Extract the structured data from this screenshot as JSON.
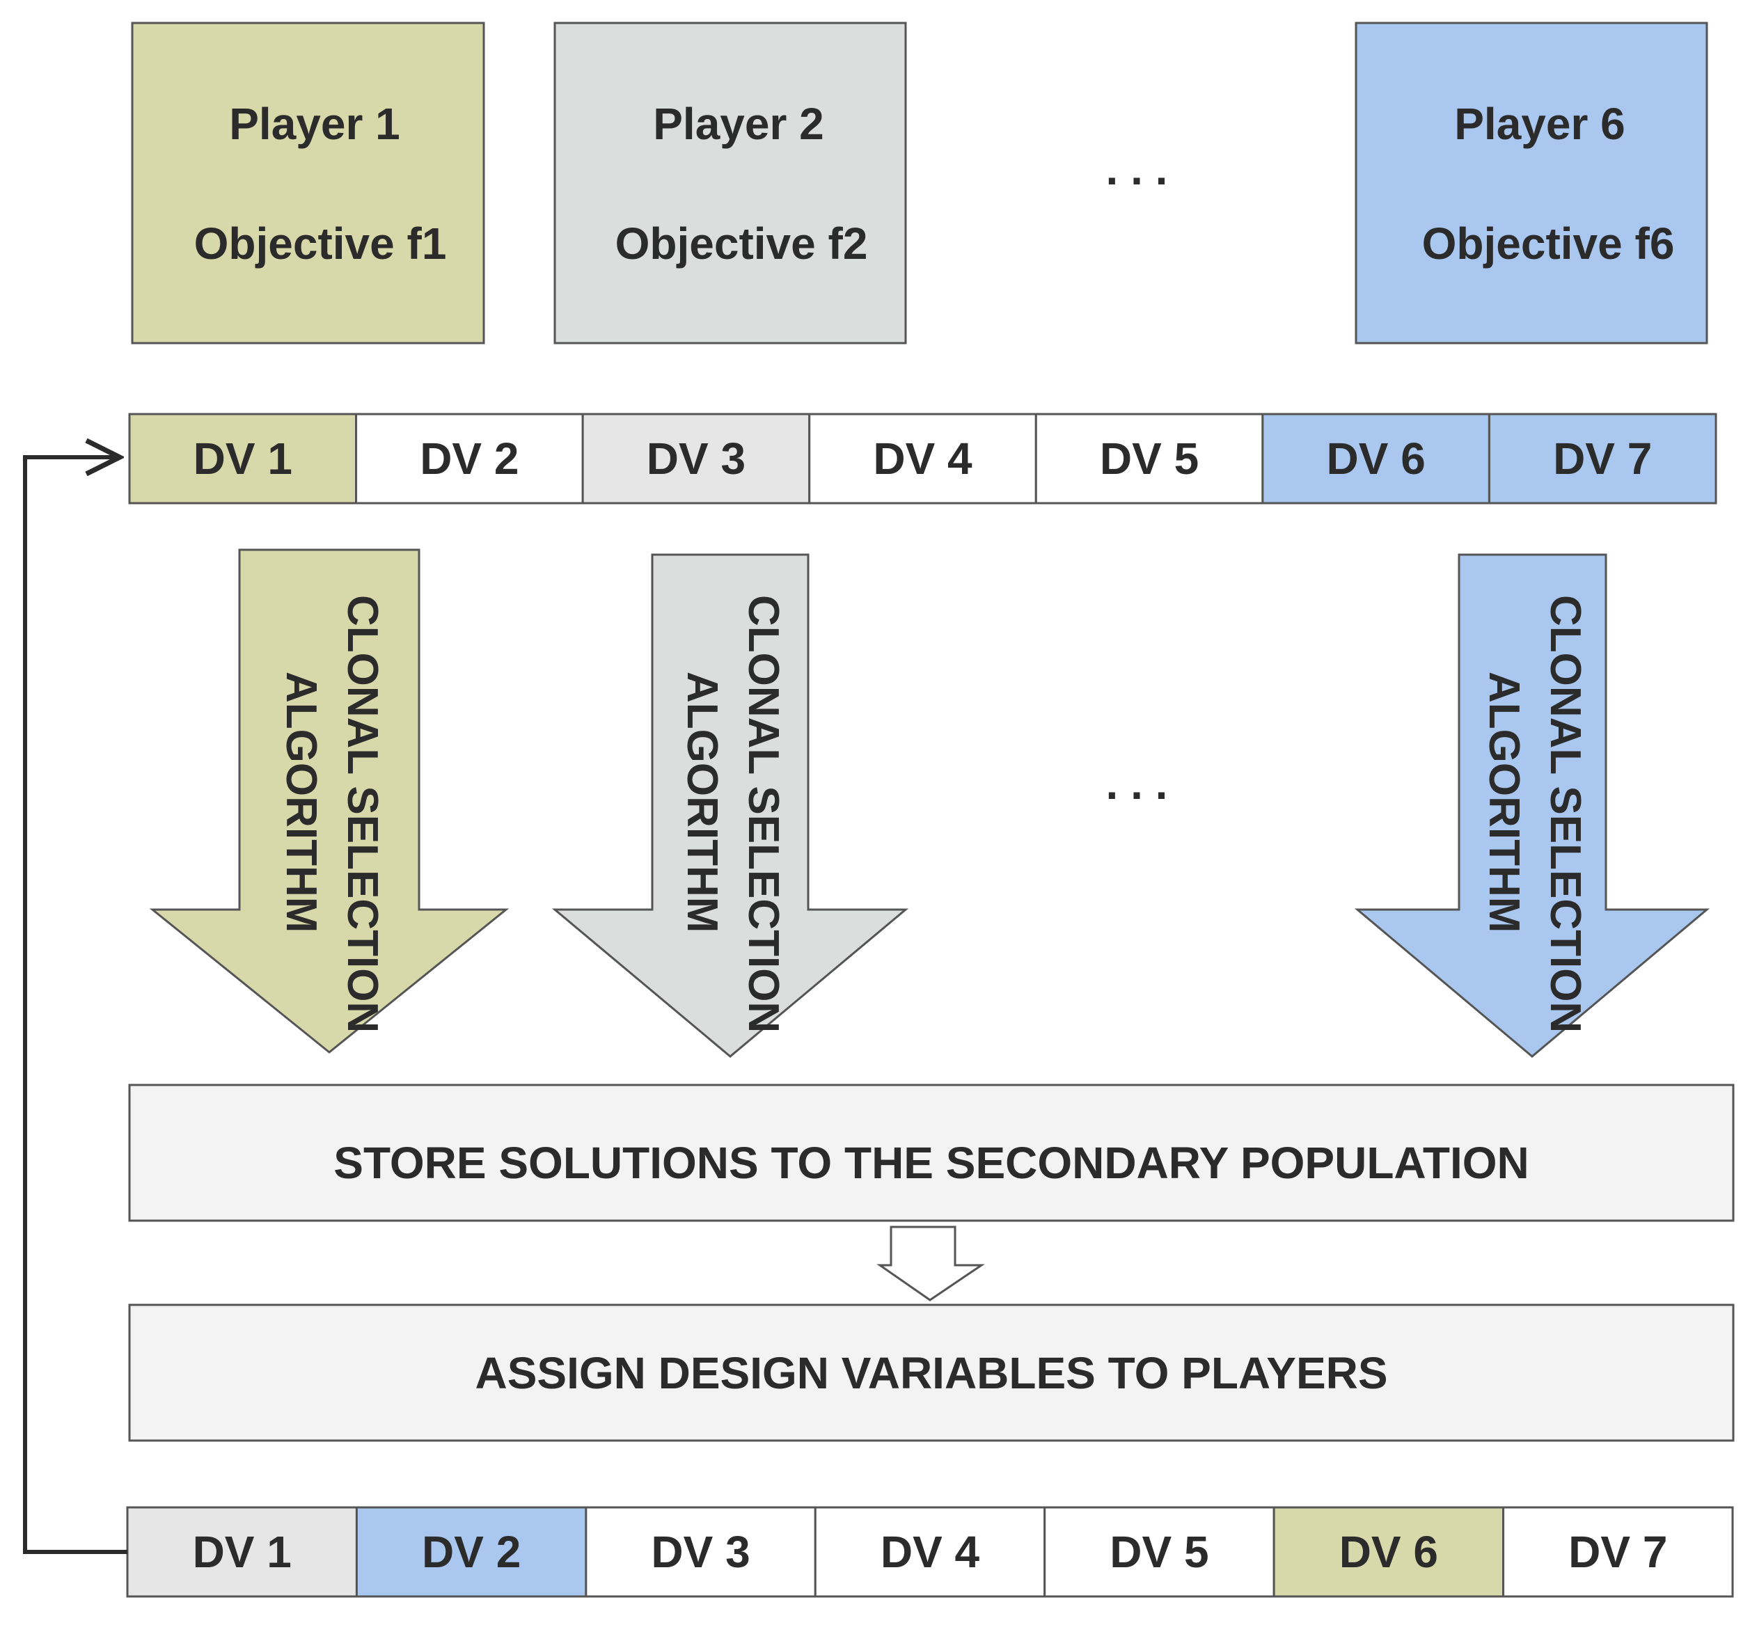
{
  "colors": {
    "olive": "#d8d9aa",
    "gray": "#dcdddd",
    "light_gray": "#e6e6e6",
    "blue": "#aac7ef",
    "white": "#ffffff",
    "box": "#f3f3f3",
    "stroke": "#555555",
    "text": "#2b2b2b"
  },
  "players": [
    {
      "label": "Player 1",
      "objective": "Objective f1",
      "color": "olive"
    },
    {
      "label": "Player 2",
      "objective": "Objective f2",
      "color": "gray"
    },
    {
      "label": "Player 6",
      "objective": "Objective f6",
      "color": "blue"
    }
  ],
  "ellipsis_players": ". . .",
  "top_row": [
    {
      "label": "DV 1",
      "color": "olive"
    },
    {
      "label": "DV 2",
      "color": "white"
    },
    {
      "label": "DV 3",
      "color": "light_gray"
    },
    {
      "label": "DV 4",
      "color": "white"
    },
    {
      "label": "DV 5",
      "color": "white"
    },
    {
      "label": "DV 6",
      "color": "blue"
    },
    {
      "label": "DV 7",
      "color": "blue"
    }
  ],
  "arrows": [
    {
      "line1": "CLONAL SELECTION",
      "line2": "ALGORITHM",
      "color": "olive"
    },
    {
      "line1": "CLONAL SELECTION",
      "line2": "ALGORITHM",
      "color": "gray"
    },
    {
      "line1": "CLONAL SELECTION",
      "line2": "ALGORITHM",
      "color": "blue"
    }
  ],
  "ellipsis_arrows": ". . .",
  "store_box": "STORE SOLUTIONS TO THE SECONDARY POPULATION",
  "assign_box": "ASSIGN DESIGN VARIABLES TO PLAYERS",
  "bottom_row": [
    {
      "label": "DV 1",
      "color": "light_gray"
    },
    {
      "label": "DV 2",
      "color": "blue"
    },
    {
      "label": "DV 3",
      "color": "white"
    },
    {
      "label": "DV 4",
      "color": "white"
    },
    {
      "label": "DV 5",
      "color": "white"
    },
    {
      "label": "DV 6",
      "color": "olive"
    },
    {
      "label": "DV 7",
      "color": "white"
    }
  ]
}
